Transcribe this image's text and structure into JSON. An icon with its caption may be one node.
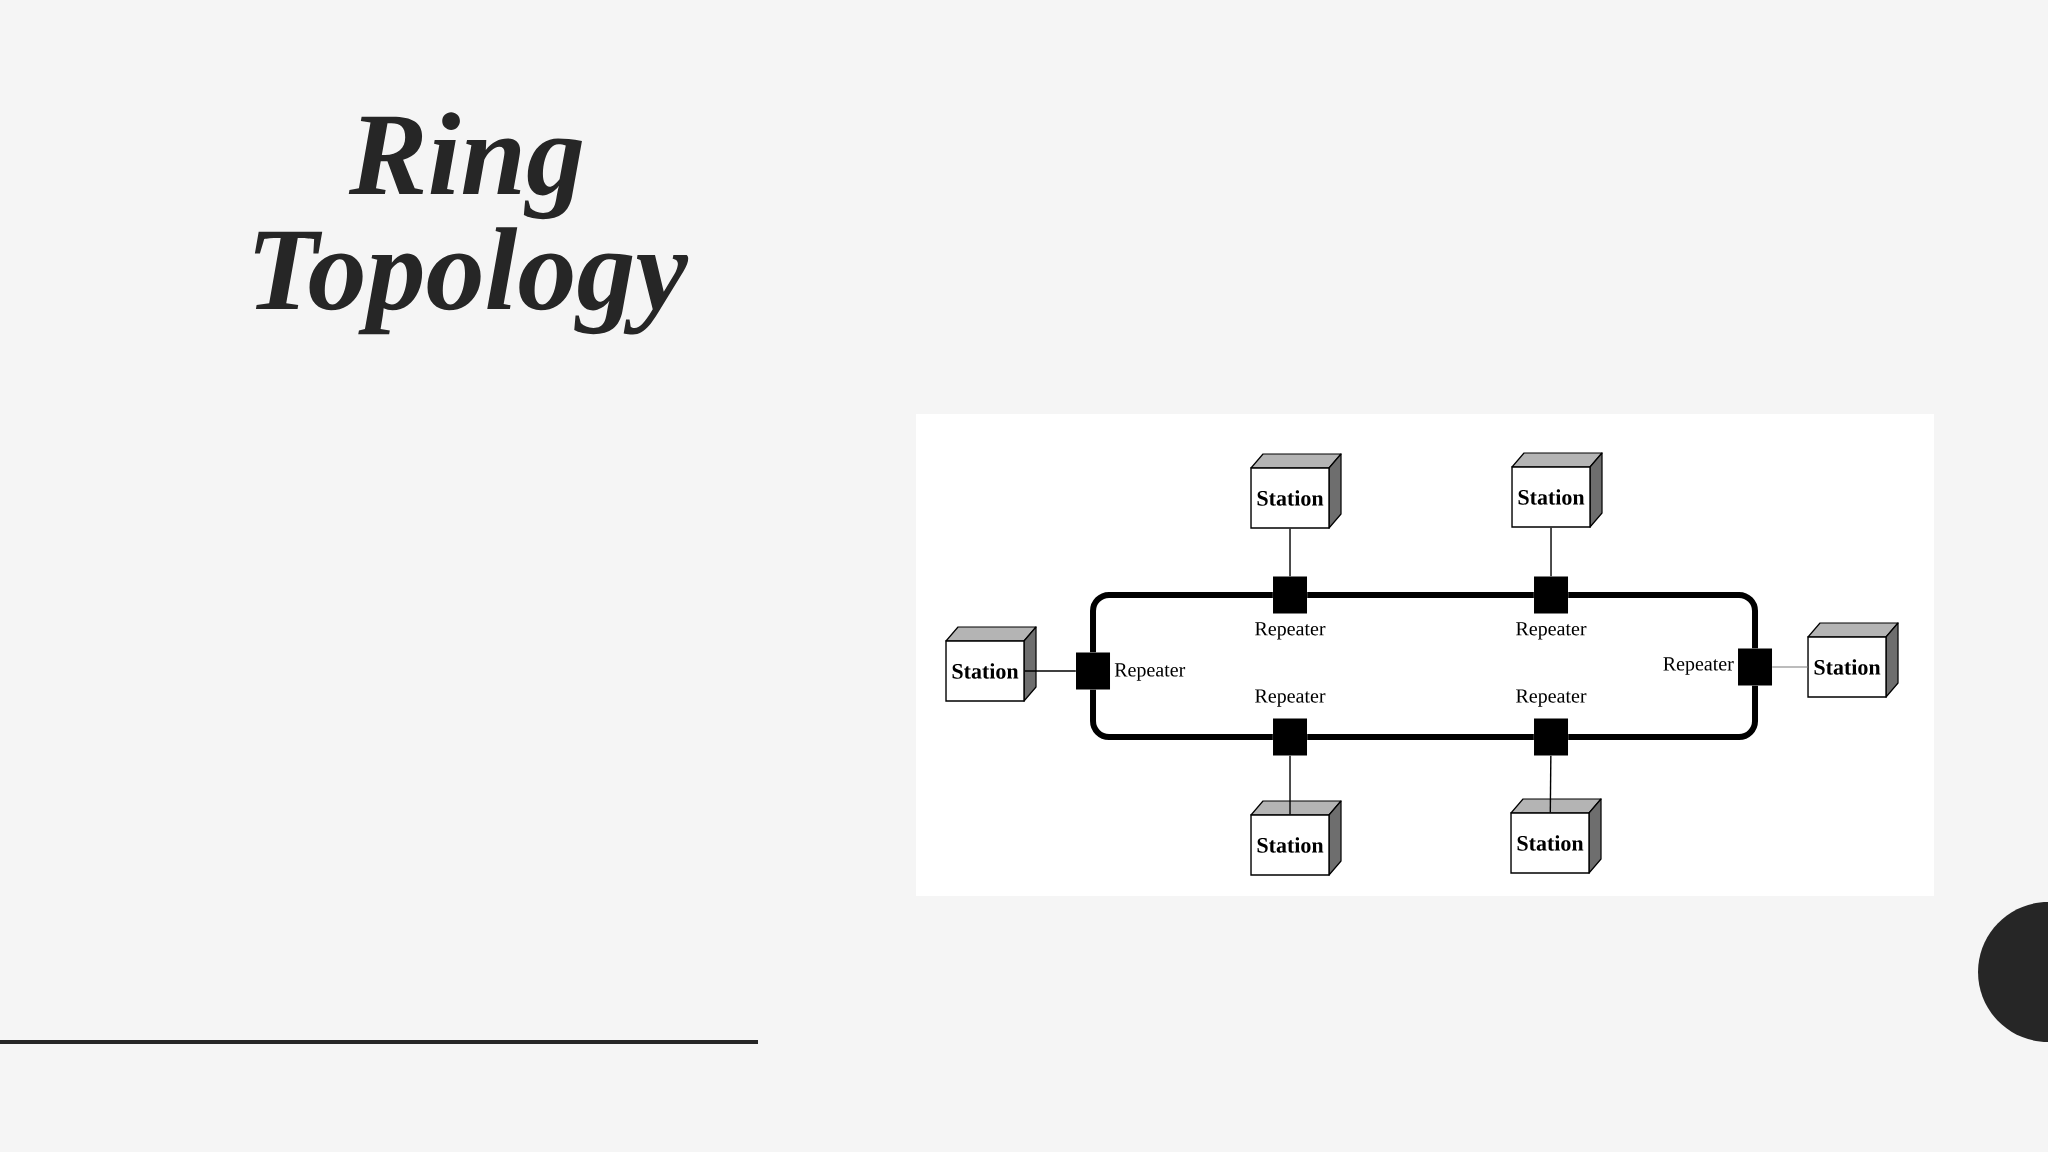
{
  "diagram": {
    "title": "Ring Topology",
    "nodes": [
      {
        "text": [
          "Station"
        ]
      },
      {
        "text": [
          "Station"
        ]
      },
      {
        "text": [
          "Repeater"
        ]
      },
      {
        "text": [
          "Repeater"
        ]
      },
      {
        "text": [
          "Station"
        ]
      },
      {
        "text": [
          "Repeater"
        ]
      },
      {
        "text": [
          "Repeater"
        ]
      },
      {
        "text": [
          "Station"
        ]
      },
      {
        "text": [
          "Repeater"
        ]
      },
      {
        "text": [
          "Repeater"
        ]
      },
      {
        "text": [
          "Station"
        ]
      },
      {
        "text": [
          "Station"
        ]
      },
      {
        "text": [],
        "shape": "circle"
      }
    ],
    "edges": [
      {
        "from": 0,
        "to": 2,
        "arrow": "none"
      },
      {
        "from": 1,
        "to": 3,
        "arrow": "none"
      },
      {
        "from": 4,
        "to": 5,
        "arrow": "none"
      },
      {
        "from": 6,
        "to": 7,
        "arrow": "none",
        "color": "#a6a6a6"
      },
      {
        "from": 8,
        "to": 10,
        "arrow": "none"
      },
      {
        "from": 9,
        "to": 11,
        "arrow": "none"
      },
      {
        "from": 5,
        "to": 2,
        "arrow": "none",
        "style": "thick"
      },
      {
        "from": 2,
        "to": 3,
        "arrow": "none",
        "style": "thick"
      },
      {
        "from": 3,
        "to": 6,
        "arrow": "none",
        "style": "thick"
      },
      {
        "from": 6,
        "to": 9,
        "arrow": "none",
        "style": "thick"
      },
      {
        "from": 9,
        "to": 8,
        "arrow": "none",
        "style": "thick"
      },
      {
        "from": 8,
        "to": 5,
        "arrow": "none",
        "style": "thick"
      }
    ]
  }
}
